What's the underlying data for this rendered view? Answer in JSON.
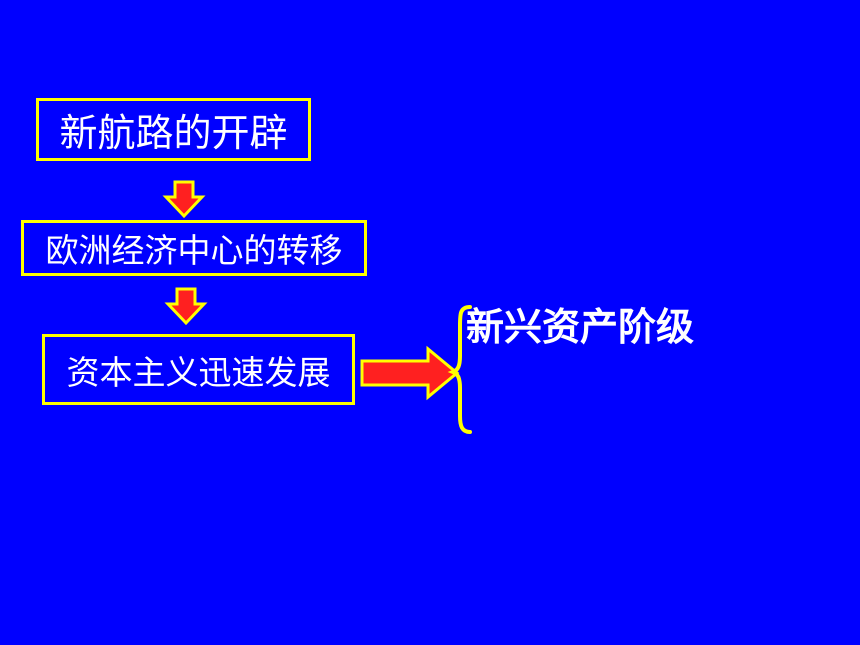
{
  "flow": {
    "step1": "新航路的开辟",
    "step2": "欧洲经济中心的转移",
    "step3": "资本主义迅速发展"
  },
  "result": {
    "label": "新兴资产阶级"
  },
  "colors": {
    "background": "#0000FF",
    "box_border": "#FFFF00",
    "text": "#FFFFFF",
    "arrow_fill": "#FF2020",
    "arrow_stroke": "#FFFF00",
    "brace": "#FFFF00"
  },
  "icons": {
    "down_arrow": "down-arrow-icon",
    "right_arrow": "right-arrow-icon",
    "brace": "curly-brace-icon"
  }
}
